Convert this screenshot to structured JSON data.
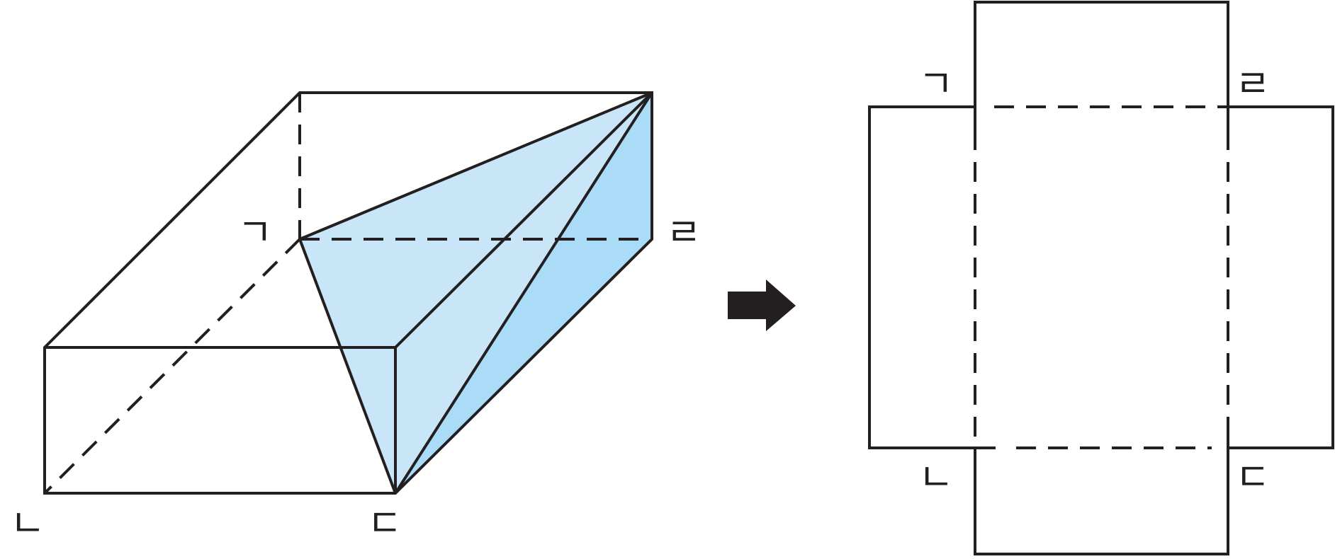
{
  "figure": {
    "colors": {
      "stroke": "#231f20",
      "face_light": "#c8e6f8",
      "face_dark": "#abdcf7",
      "arrow": "#231f20",
      "background": "#ffffff"
    },
    "solid_labels": {
      "top_left": "ㄱ",
      "bottom_left": "ㄴ",
      "bottom_right": "ㄷ",
      "top_right": "ㄹ"
    },
    "net_labels": {
      "top_left": "ㄱ",
      "bottom_left": "ㄴ",
      "bottom_right": "ㄷ",
      "top_right": "ㄹ"
    },
    "arrow_icon": "right-arrow-icon"
  }
}
